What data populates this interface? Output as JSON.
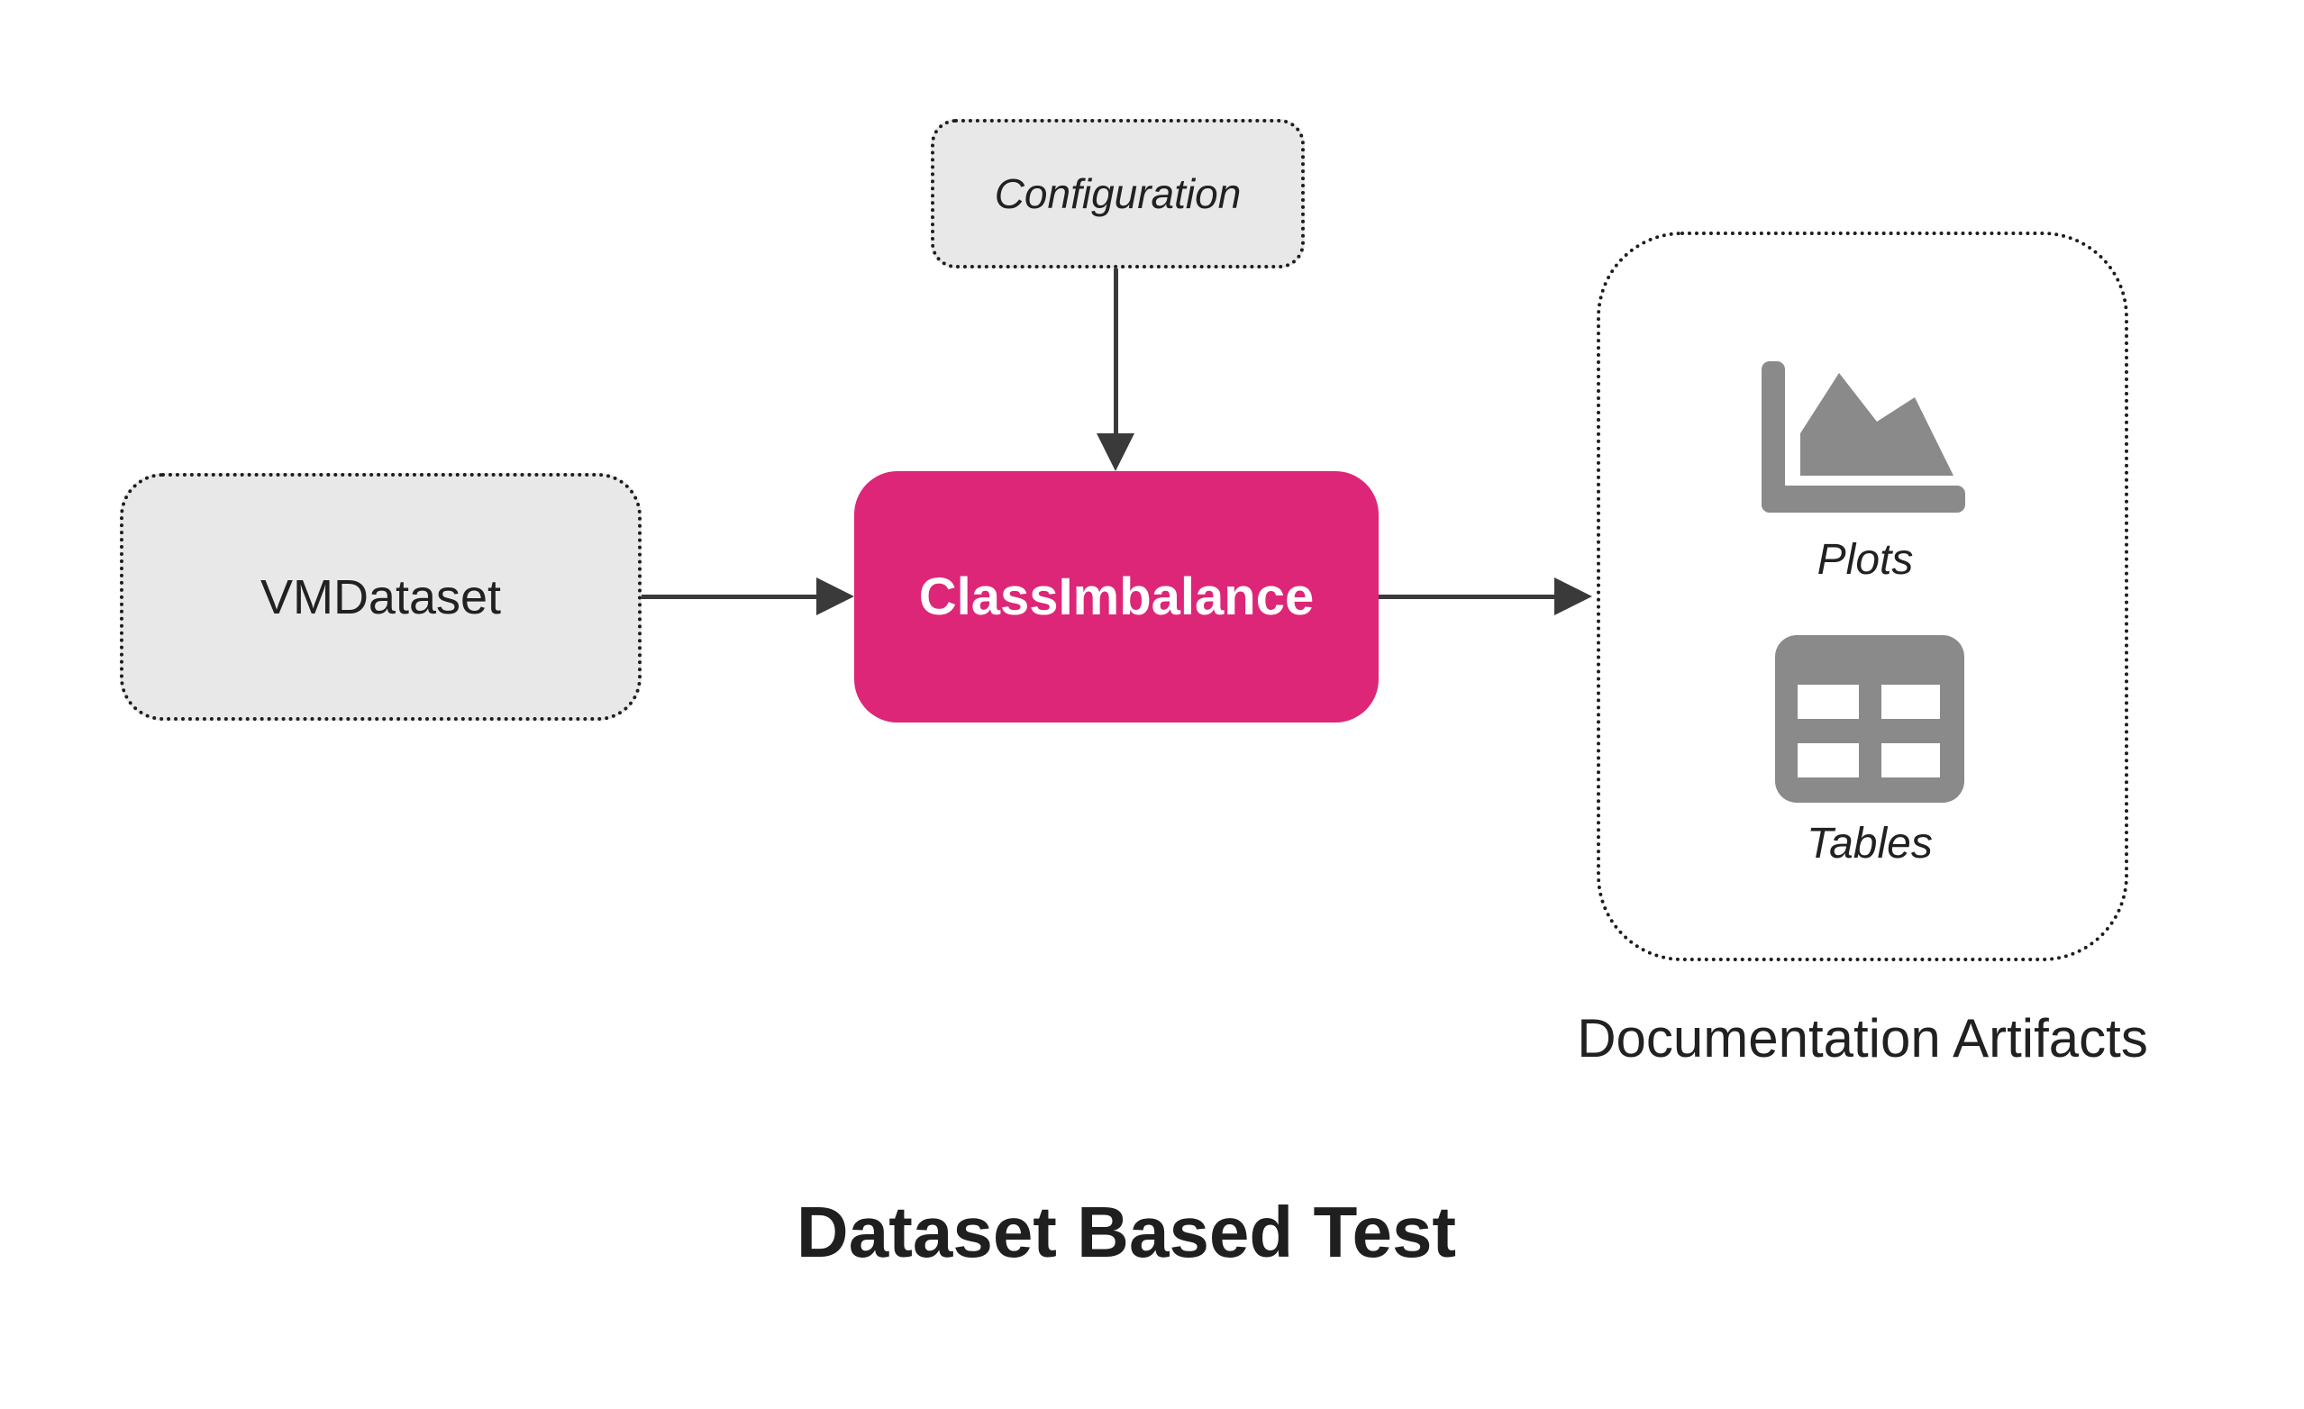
{
  "diagram_title": "Dataset Based Test",
  "nodes": {
    "configuration": {
      "label": "Configuration"
    },
    "dataset": {
      "label": "VMDataset"
    },
    "test": {
      "label": "ClassImbalance"
    },
    "artifacts": {
      "label": "Documentation Artifacts",
      "items": [
        {
          "icon": "area-chart-icon",
          "label": "Plots"
        },
        {
          "icon": "table-grid-icon",
          "label": "Tables"
        }
      ]
    }
  },
  "colors": {
    "accent_pink": "#dd2677",
    "node_fill": "#e8e8e8",
    "border_dark": "#1d1d1d",
    "arrow_color": "#3a3a3a",
    "icon_gray": "#8a8a8a",
    "text_dark": "#212121"
  }
}
